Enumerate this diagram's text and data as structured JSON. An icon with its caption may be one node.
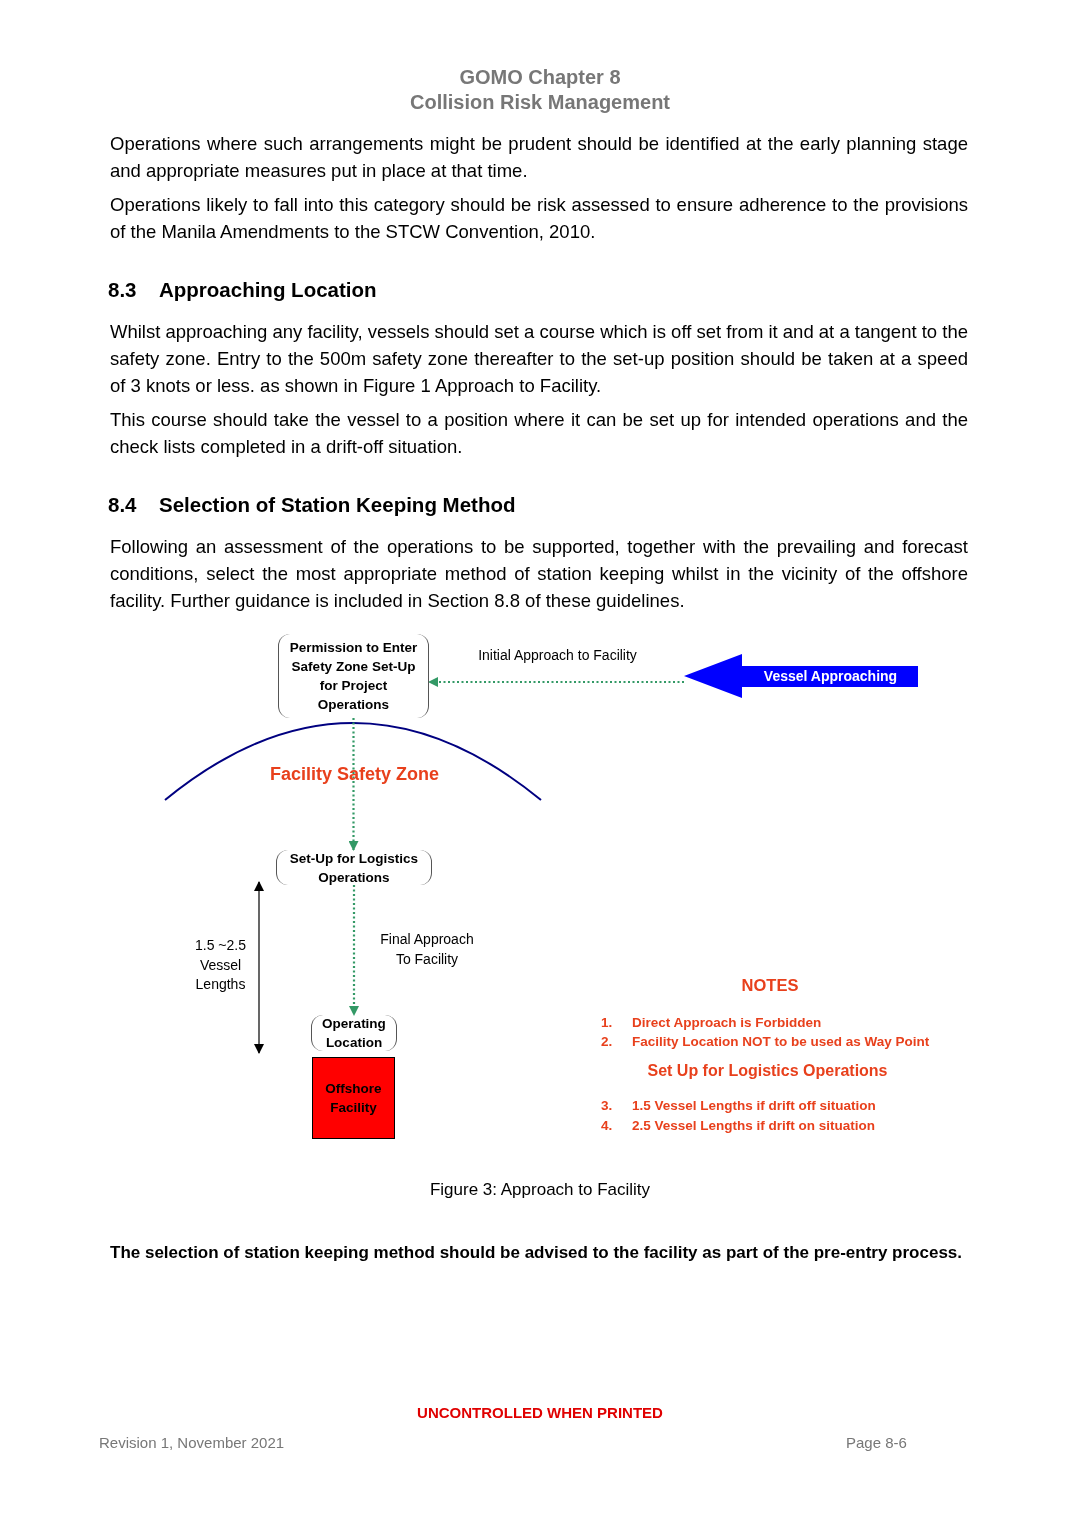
{
  "diagram": {
    "caption": "Figure 3: Approach to Facility",
    "nodes": [
      {
        "text": [
          "Permission to Enter Safety Zone Set-Up for Project Operations"
        ]
      },
      {
        "text": [
          "Vessel Approaching"
        ]
      },
      {
        "text": [
          "Set-Up for Logistics Operations"
        ]
      },
      {
        "text": [
          "Operating Location"
        ]
      },
      {
        "text": [
          "Offshore Facility"
        ]
      }
    ],
    "edges": [
      {
        "from": 1,
        "to": 0,
        "arrow": "to",
        "style": "dashed",
        "label": "Initial Approach to Facility"
      },
      {
        "from": 0,
        "to": 2,
        "arrow": "to",
        "style": "dashed"
      },
      {
        "from": 2,
        "to": 3,
        "arrow": "to",
        "style": "dashed",
        "label": "Final Approach To Facility"
      }
    ],
    "labels": [
      "GOMO Chapter 8",
      "Collision Risk Management",
      "Operations where such arrangements might be prudent should be identified at the early planning stage and appropriate measures put in place at that time.",
      "Operations likely to fall into this category should be risk assessed to ensure adherence to the provisions of the Manila Amendments to the STCW Convention, 2010.",
      "8.3",
      "Approaching Location",
      "Whilst approaching any facility, vessels should set a course which is off set from it and at a tangent to the safety zone. Entry to the 500m safety zone thereafter to the set-up position should be taken at a speed of 3 knots or less. as shown in Figure 1 Approach to Facility.",
      "This course should take the vessel to a position where it can be set up for intended operations and the check lists completed in a drift-off situation.",
      "8.4",
      "Selection of Station Keeping Method",
      "Following an assessment of the operations to be supported, together with the prevailing and forecast conditions, select the most appropriate method of station keeping whilst in the vicinity of the offshore facility. Further guidance is included in Section 8.8 of these guidelines.",
      "Facility Safety Zone",
      "1.5 ~2.5 Vessel Lengths",
      "NOTES",
      "1.",
      "Direct Approach is Forbidden",
      "2.",
      "Facility Location NOT to be used as Way Point",
      "Set Up for Logistics Operations",
      "3.",
      "1.5 Vessel Lengths if drift off situation",
      "4.",
      "2.5 Vessel Lengths if drift on situation",
      "The selection of station keeping method should be advised to the facility as part of the pre-entry process.",
      "UNCONTROLLED WHEN PRINTED",
      "Revision 1, November 2021",
      "Page 8-6"
    ]
  }
}
